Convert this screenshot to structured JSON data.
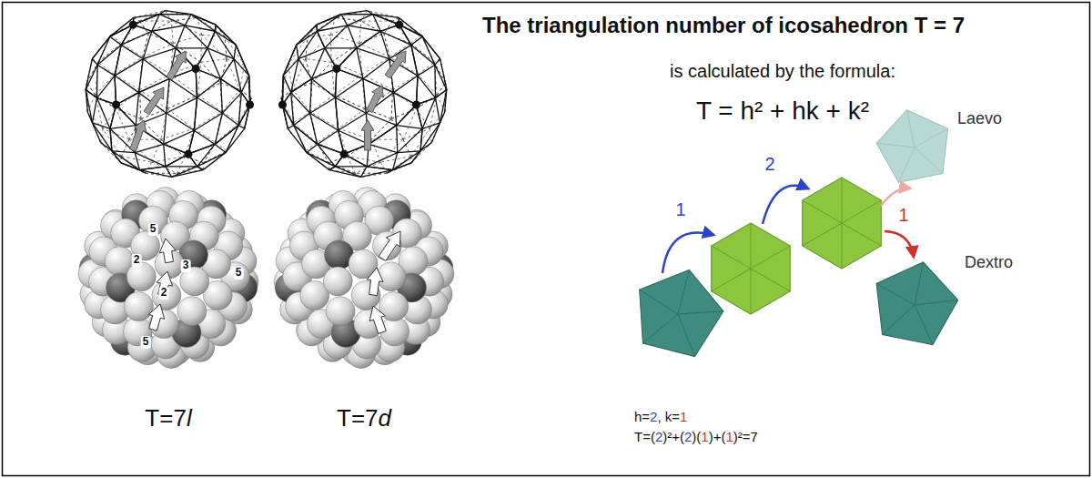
{
  "diagram": {
    "title": "The triangulation number of icosahedron T = 7",
    "labels": [
      "T=7l",
      "T=7d",
      "5",
      "2",
      "3",
      "2",
      "5",
      "5",
      "is calculated by the formula:",
      "T = h² + hk + k²",
      "1",
      "2",
      "1",
      "Laevo",
      "Dextro",
      "h=2, k=1",
      "T=(2)²+(2)(1)+(1)²=7"
    ]
  }
}
